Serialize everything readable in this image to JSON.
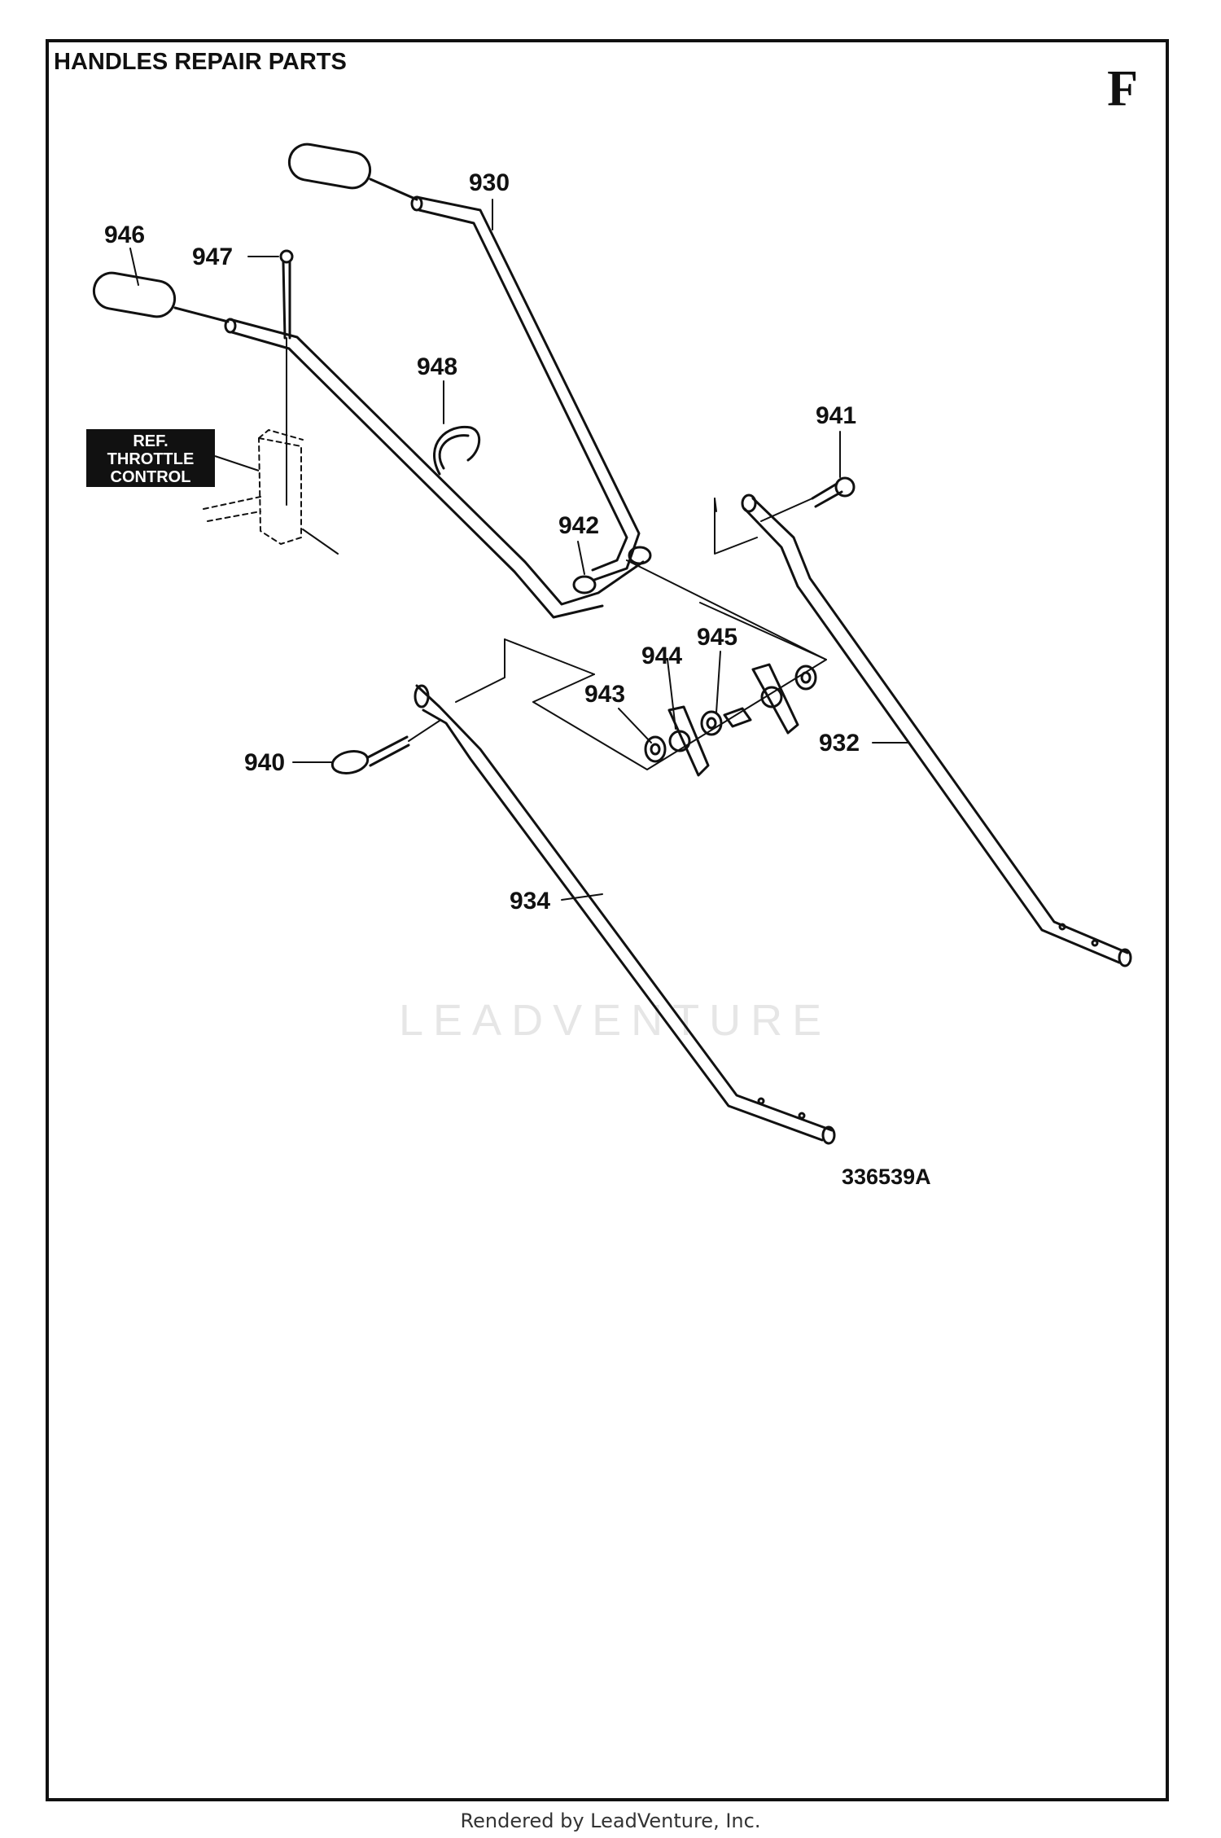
{
  "title": "HANDLES REPAIR PARTS",
  "section_letter": "F",
  "ref_label": {
    "line1": "REF.",
    "line2": "THROTTLE",
    "line3": "CONTROL"
  },
  "callouts": [
    "930",
    "946",
    "947",
    "948",
    "941",
    "942",
    "945",
    "944",
    "943",
    "932",
    "940",
    "934"
  ],
  "drawing_number": "336539A",
  "watermark": "LEADVENTURE",
  "footer": "Rendered by LeadVenture, Inc."
}
